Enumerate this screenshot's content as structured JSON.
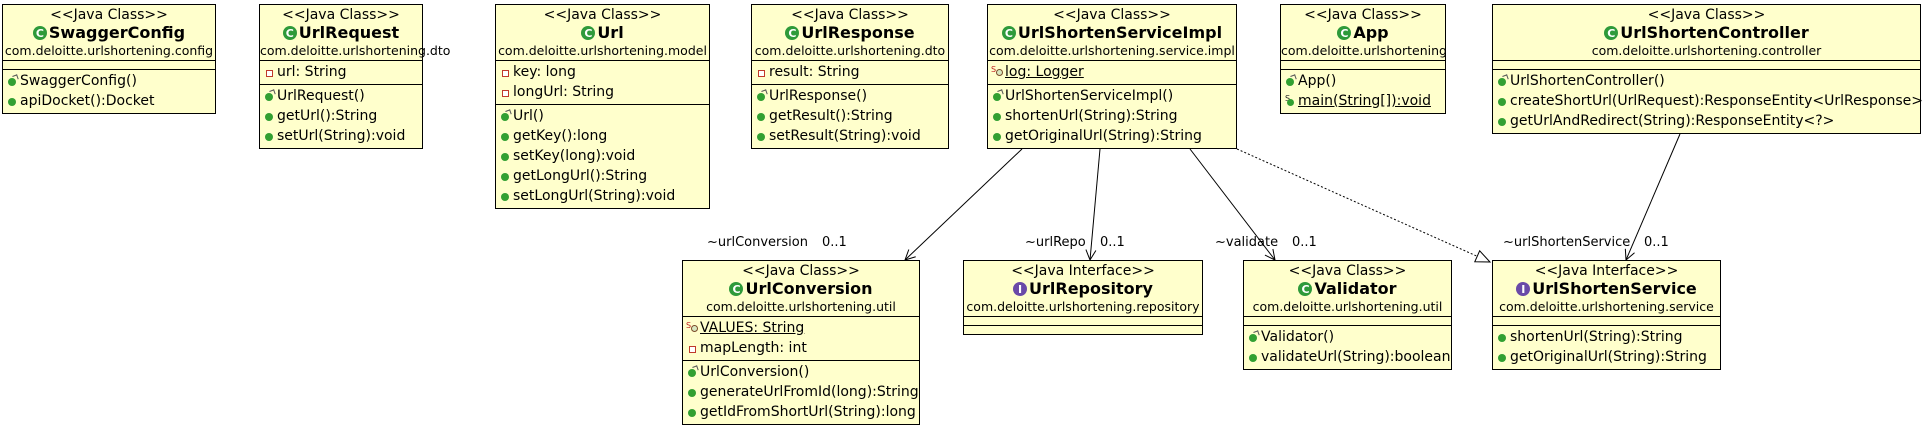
{
  "classes": {
    "swagger": {
      "stereotype": "<<Java Class>>",
      "name": "SwaggerConfig",
      "package": "com.deloitte.urlshortening.config",
      "fields": [],
      "methods": [
        {
          "text": "SwaggerConfig()",
          "marker": "ctor"
        },
        {
          "text": "apiDocket():Docket",
          "marker": "pub"
        }
      ]
    },
    "urlrequest": {
      "stereotype": "<<Java Class>>",
      "name": "UrlRequest",
      "package": "com.deloitte.urlshortening.dto",
      "fields": [
        {
          "text": "url: String",
          "marker": "priv"
        }
      ],
      "methods": [
        {
          "text": "UrlRequest()",
          "marker": "ctor"
        },
        {
          "text": "getUrl():String",
          "marker": "pub"
        },
        {
          "text": "setUrl(String):void",
          "marker": "pub"
        }
      ]
    },
    "url": {
      "stereotype": "<<Java Class>>",
      "name": "Url",
      "package": "com.deloitte.urlshortening.model",
      "fields": [
        {
          "text": "key: long",
          "marker": "priv"
        },
        {
          "text": "longUrl: String",
          "marker": "priv"
        }
      ],
      "methods": [
        {
          "text": "Url()",
          "marker": "ctor"
        },
        {
          "text": "getKey():long",
          "marker": "pub"
        },
        {
          "text": "setKey(long):void",
          "marker": "pub"
        },
        {
          "text": "getLongUrl():String",
          "marker": "pub"
        },
        {
          "text": "setLongUrl(String):void",
          "marker": "pub"
        }
      ]
    },
    "urlresponse": {
      "stereotype": "<<Java Class>>",
      "name": "UrlResponse",
      "package": "com.deloitte.urlshortening.dto",
      "fields": [
        {
          "text": "result: String",
          "marker": "priv"
        }
      ],
      "methods": [
        {
          "text": "UrlResponse()",
          "marker": "ctor"
        },
        {
          "text": "getResult():String",
          "marker": "pub"
        },
        {
          "text": "setResult(String):void",
          "marker": "pub"
        }
      ]
    },
    "serviceimpl": {
      "stereotype": "<<Java Class>>",
      "name": "UrlShortenServiceImpl",
      "package": "com.deloitte.urlshortening.service.impl",
      "fields": [
        {
          "text": "log: Logger",
          "marker": "sf",
          "underline": true
        }
      ],
      "methods": [
        {
          "text": "UrlShortenServiceImpl()",
          "marker": "ctor"
        },
        {
          "text": "shortenUrl(String):String",
          "marker": "pub"
        },
        {
          "text": "getOriginalUrl(String):String",
          "marker": "pub"
        }
      ]
    },
    "app": {
      "stereotype": "<<Java Class>>",
      "name": "App",
      "package": "com.deloitte.urlshortening",
      "fields": [],
      "methods": [
        {
          "text": "App()",
          "marker": "ctor"
        },
        {
          "text": "main(String[]):void",
          "marker": "sm",
          "underline": true
        }
      ]
    },
    "controller": {
      "stereotype": "<<Java Class>>",
      "name": "UrlShortenController",
      "package": "com.deloitte.urlshortening.controller",
      "fields": [],
      "methods": [
        {
          "text": "UrlShortenController()",
          "marker": "ctor"
        },
        {
          "text": "createShortUrl(UrlRequest):ResponseEntity<UrlResponse>",
          "marker": "pub"
        },
        {
          "text": "getUrlAndRedirect(String):ResponseEntity<?>",
          "marker": "pub"
        }
      ]
    },
    "urlconversion": {
      "stereotype": "<<Java Class>>",
      "name": "UrlConversion",
      "package": "com.deloitte.urlshortening.util",
      "fields": [
        {
          "text": "VALUES: String",
          "marker": "sf",
          "underline": true
        },
        {
          "text": "mapLength: int",
          "marker": "priv"
        }
      ],
      "methods": [
        {
          "text": "UrlConversion()",
          "marker": "ctor"
        },
        {
          "text": "generateUrlFromId(long):String",
          "marker": "pub"
        },
        {
          "text": "getIdFromShortUrl(String):long",
          "marker": "pub"
        }
      ]
    },
    "urlrepository": {
      "stereotype": "<<Java Interface>>",
      "name": "UrlRepository",
      "package": "com.deloitte.urlshortening.repository",
      "interface": true,
      "fields": [],
      "methods": []
    },
    "validator": {
      "stereotype": "<<Java Class>>",
      "name": "Validator",
      "package": "com.deloitte.urlshortening.util",
      "fields": [],
      "methods": [
        {
          "text": "Validator()",
          "marker": "ctor"
        },
        {
          "text": "validateUrl(String):boolean",
          "marker": "pub"
        }
      ]
    },
    "urlshortenservice": {
      "stereotype": "<<Java Interface>>",
      "name": "UrlShortenService",
      "package": "com.deloitte.urlshortening.service",
      "interface": true,
      "fields": [],
      "methods": [
        {
          "text": "shortenUrl(String):String",
          "marker": "pub"
        },
        {
          "text": "getOriginalUrl(String):String",
          "marker": "pub"
        }
      ]
    }
  },
  "associations": [
    {
      "from": "serviceimpl",
      "to": "urlconversion",
      "role": "~urlConversion",
      "multiplicity": "0..1",
      "kind": "association"
    },
    {
      "from": "serviceimpl",
      "to": "urlrepository",
      "role": "~urlRepo",
      "multiplicity": "0..1",
      "kind": "association"
    },
    {
      "from": "serviceimpl",
      "to": "validator",
      "role": "~validate",
      "multiplicity": "0..1",
      "kind": "association"
    },
    {
      "from": "serviceimpl",
      "to": "urlshortenservice",
      "role": "",
      "multiplicity": "",
      "kind": "realization"
    },
    {
      "from": "controller",
      "to": "urlshortenservice",
      "role": "~urlShortenService",
      "multiplicity": "0..1",
      "kind": "association"
    }
  ]
}
